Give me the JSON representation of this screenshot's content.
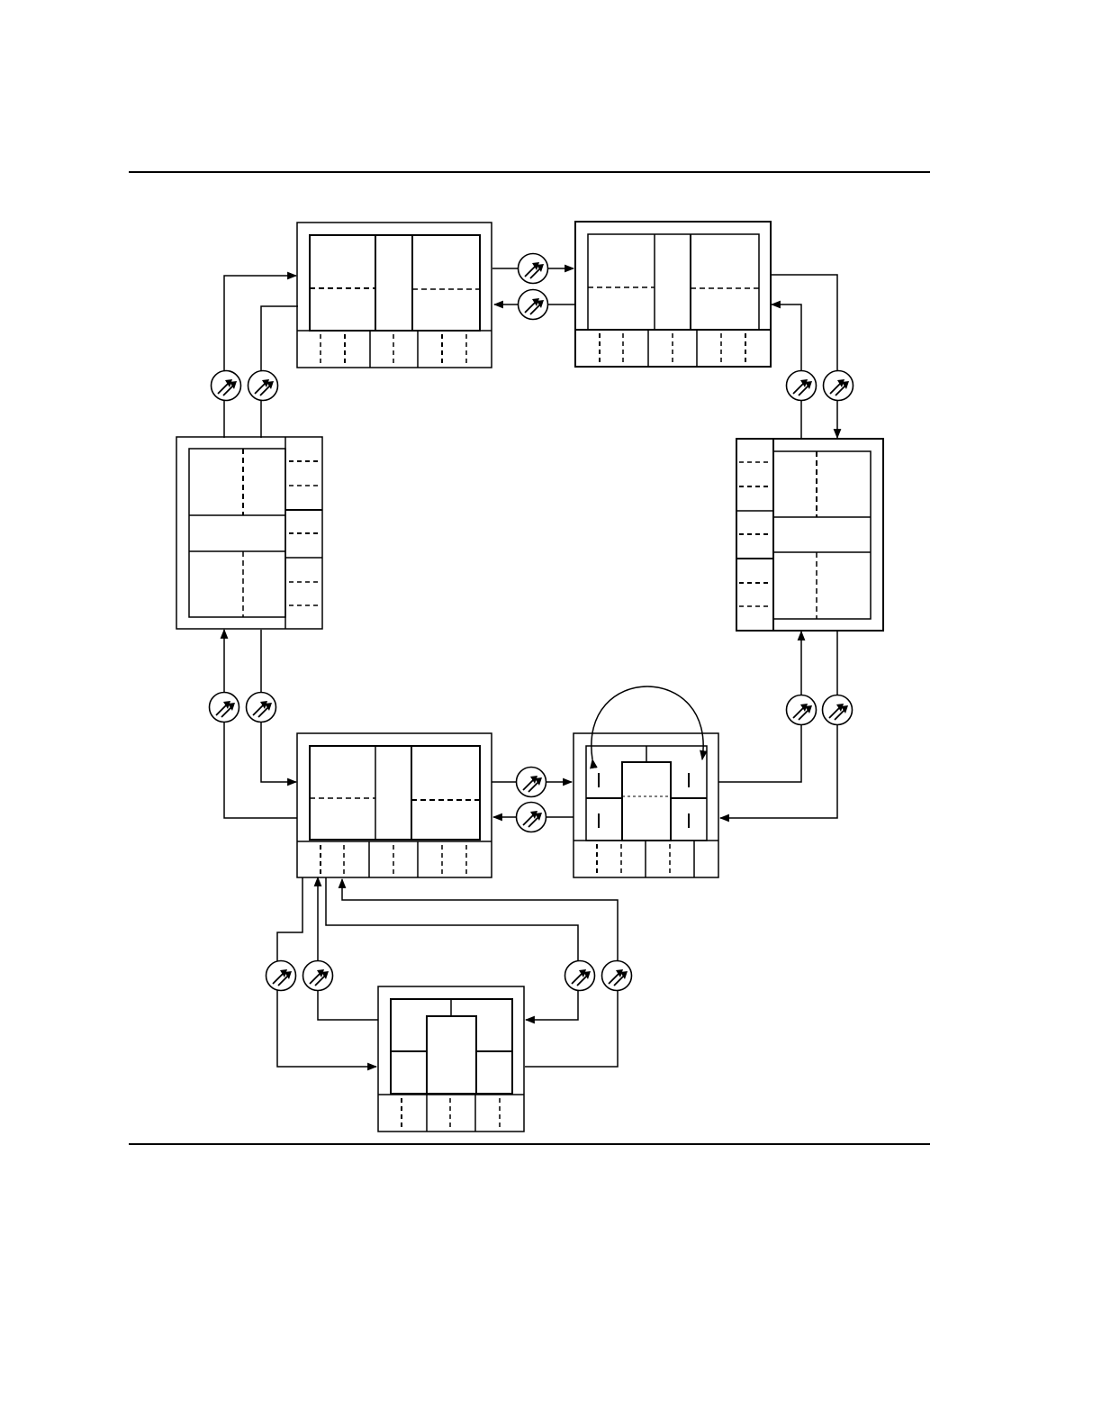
{
  "figure": {
    "kind": "optical ring network diagram",
    "colors": {
      "ink": "#000000",
      "background": "#ffffff"
    },
    "nodes": [
      {
        "id": "top-left",
        "style": "shelf"
      },
      {
        "id": "top-right",
        "style": "shelf"
      },
      {
        "id": "mid-right",
        "style": "shelf-rotated-right"
      },
      {
        "id": "mid-left",
        "style": "shelf-rotated-left"
      },
      {
        "id": "bottom-left",
        "style": "shelf"
      },
      {
        "id": "bottom-right",
        "style": "compact-shelf"
      },
      {
        "id": "spur",
        "style": "compact-shelf"
      }
    ],
    "icons": {
      "fiber_link": "fiber-optic-link-icon"
    }
  }
}
